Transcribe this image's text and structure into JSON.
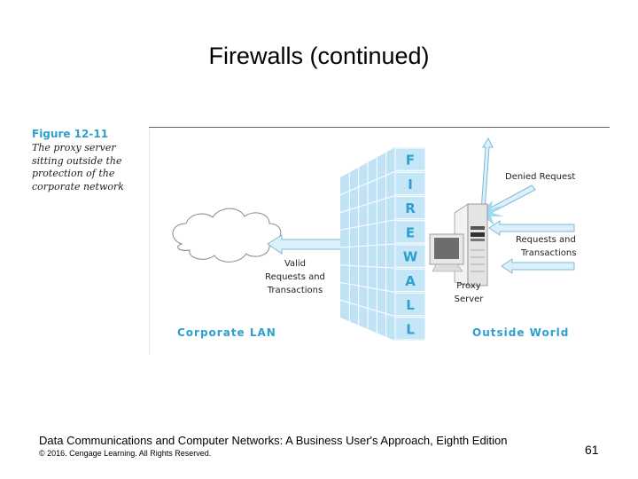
{
  "slide": {
    "title": "Firewalls (continued)",
    "page_number": "61"
  },
  "figure": {
    "label": "Figure 12-11",
    "caption": "The proxy server sitting outside the protection of the corporate network",
    "firewall_letters": [
      "F",
      "I",
      "R",
      "E",
      "W",
      "A",
      "L",
      "L"
    ],
    "labels": {
      "denied_request": "Denied Request",
      "requests_line1": "Requests and",
      "requests_line2": "Transactions",
      "valid_line1": "Valid",
      "valid_line2": "Requests and",
      "valid_line3": "Transactions",
      "proxy_line1": "Proxy",
      "proxy_line2": "Server",
      "corporate_lan": "Corporate LAN",
      "outside_world": "Outside World"
    },
    "colors": {
      "accent": "#2e9fcf",
      "wall": "#bfe3f5",
      "wall_dark": "#8ecbe9",
      "arrow_fill": "#dcf0fb"
    }
  },
  "footer": {
    "book_title": "Data Communications and Computer Networks: A Business User's Approach, Eighth Edition",
    "copyright": "© 2016. Cengage Learning. All Rights Reserved."
  }
}
